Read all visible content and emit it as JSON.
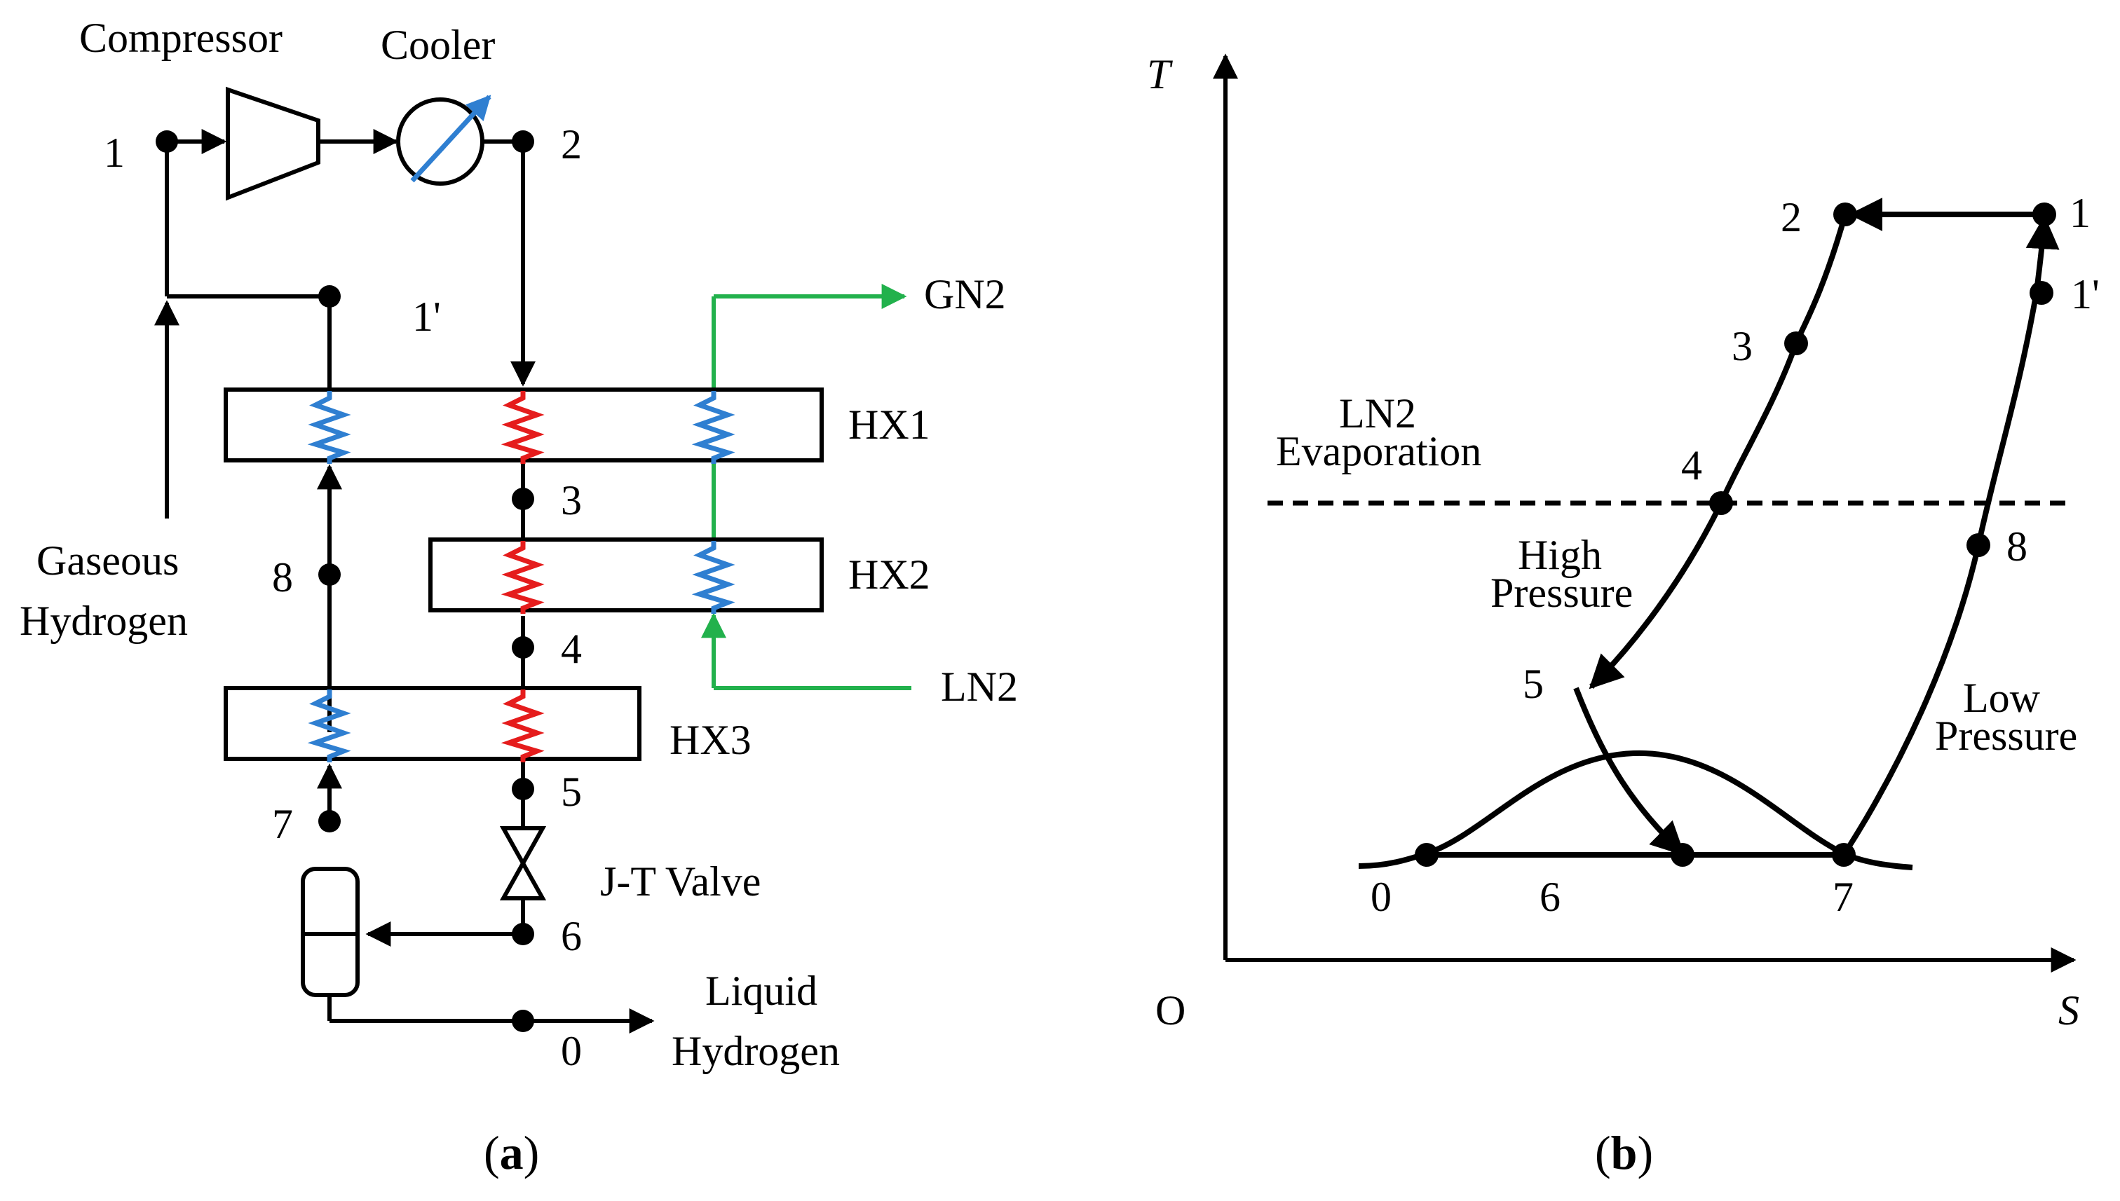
{
  "panel_a": {
    "compressor": "Compressor",
    "cooler": "Cooler",
    "gn2": "GN2",
    "ln2": "LN2",
    "hx1": "HX1",
    "hx2": "HX2",
    "hx3": "HX3",
    "gaseous_line1": "Gaseous",
    "gaseous_line2": "Hydrogen",
    "jt_valve": "J-T Valve",
    "liquid_line1": "Liquid",
    "liquid_line2": "Hydrogen",
    "states": {
      "s1": "1",
      "s1p": "1'",
      "s2": "2",
      "s3": "3",
      "s4": "4",
      "s5": "5",
      "s6": "6",
      "s7": "7",
      "s8": "8",
      "s0": "0"
    },
    "caption_open": "(",
    "caption_letter": "a",
    "caption_close": ")"
  },
  "panel_b": {
    "axis_t": "T",
    "axis_s": "S",
    "origin": "O",
    "ln2_line1": "LN2",
    "ln2_line2": "Evaporation",
    "high_line1": "High",
    "high_line2": "Pressure",
    "low_line1": "Low",
    "low_line2": "Pressure",
    "states": {
      "s1": "1",
      "s1p": "1'",
      "s2": "2",
      "s3": "3",
      "s4": "4",
      "s5": "5",
      "s6": "6",
      "s7": "7",
      "s8": "8",
      "s0": "0"
    },
    "caption_open": "(",
    "caption_letter": "b",
    "caption_close": ")"
  },
  "colors": {
    "line": "#000000",
    "cold_coil": "#2f7fd1",
    "hot_coil": "#e51c1c",
    "nitrogen": "#22b14c"
  }
}
